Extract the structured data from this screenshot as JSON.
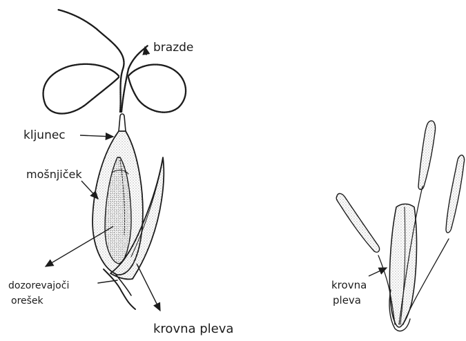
{
  "figure": {
    "left_drawing": {
      "labels": {
        "brazde": "brazde",
        "kljunec": "kljunec",
        "mosnjicek": "mošnjiček",
        "dozorevajoci_line1": "dozorevajoči",
        "dozorevajoci_line2": "orešek",
        "krovna_pleva": "krovna pleva"
      }
    },
    "right_drawing": {
      "labels": {
        "krovna_line1": "krovna",
        "krovna_line2": "pleva"
      }
    }
  },
  "colors": {
    "ink": "#1c1c1c",
    "stipple": "#bdbdbd",
    "background": "#ffffff"
  }
}
